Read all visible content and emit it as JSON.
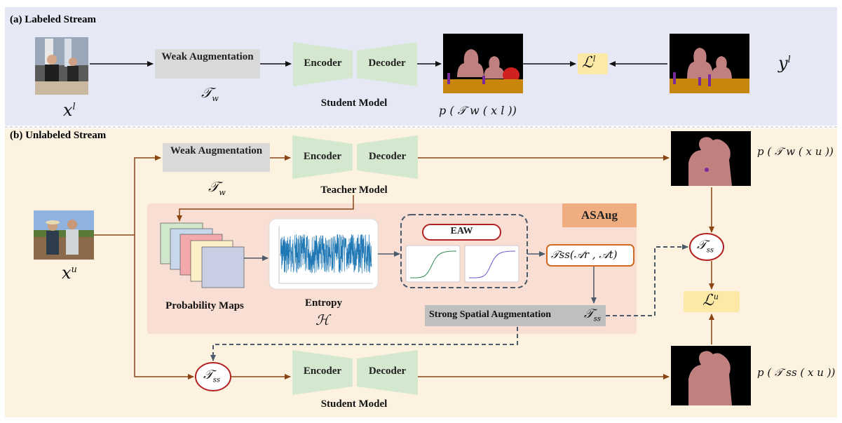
{
  "labeled": {
    "title": "(a) Labeled Stream",
    "input_label": "x",
    "input_sup": "l",
    "weak_aug": "Weak Augmentation",
    "tw": "𝒯",
    "tw_sub": "w",
    "encoder": "Encoder",
    "decoder": "Decoder",
    "student": "Student Model",
    "pred_formula": "p ( 𝒯 w ( x l ))",
    "loss": "ℒ",
    "loss_sup": "l",
    "gt_label": "y",
    "gt_sup": "l"
  },
  "unlabeled": {
    "title": "(b) Unlabeled Stream",
    "input_label": "x",
    "input_sup": "u",
    "weak_aug": "Weak Augmentation",
    "tw": "𝒯",
    "tw_sub": "w",
    "encoder": "Encoder",
    "decoder": "Decoder",
    "teacher": "Teacher Model",
    "student": "Student Model",
    "asaug": "ASAug",
    "prob_maps": "Probability Maps",
    "entropy": "Entropy",
    "entropy_symbol": "ℋ",
    "eaw": "EAW",
    "tss_formula": "𝒯ss(𝒜r , 𝒜t)",
    "strong_aug": "Strong Spatial Augmentation",
    "tss": "𝒯",
    "tss_sub": "ss",
    "loss": "ℒ",
    "loss_sup": "u",
    "pred_weak": "p ( 𝒯 w ( x u ))",
    "pred_strong": "p ( 𝒯 ss ( x u ))"
  },
  "colors": {
    "labeled_bg": "#e6e9f5",
    "unlabeled_bg": "#fdf2e0",
    "asaug_bg": "#f8ded3",
    "asaug_tag": "#f0ad80",
    "aug_box": "#d9d9d9",
    "encoder_green": "#d4e8cf",
    "loss_yellow": "#fde9a6",
    "arrow_brown": "#8b4513",
    "dashed_gray": "#4a5a6a",
    "tss_red": "#b22222",
    "person_pink": "#c08080",
    "table_orange": "#c8860a"
  },
  "icons": [
    "photo-icon",
    "segmentation-mask-icon",
    "entropy-plot-icon",
    "sigmoid-curve-icon"
  ]
}
